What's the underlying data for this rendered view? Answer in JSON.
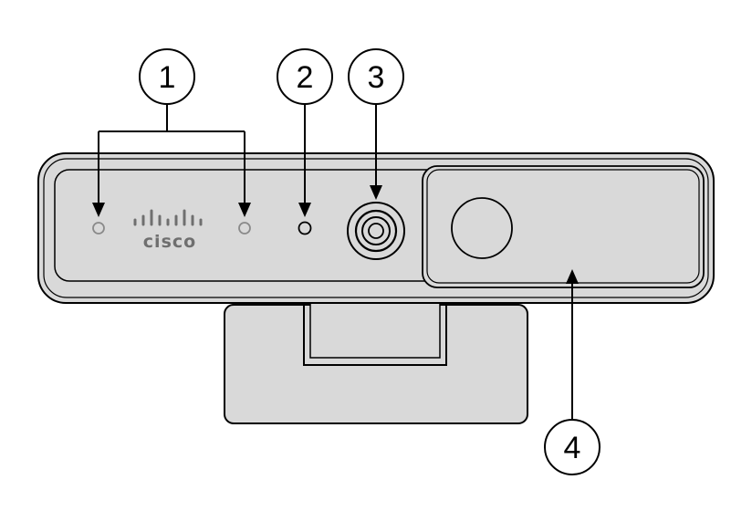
{
  "logo": {
    "wordmark": "cisco"
  },
  "callouts": [
    {
      "id": "1",
      "label": "1"
    },
    {
      "id": "2",
      "label": "2"
    },
    {
      "id": "3",
      "label": "3"
    },
    {
      "id": "4",
      "label": "4"
    }
  ],
  "colors": {
    "housing_fill": "#d9d9d9",
    "outline": "#000000",
    "logo": "#6f6f6f",
    "led_ring": "#8a8a8a"
  }
}
